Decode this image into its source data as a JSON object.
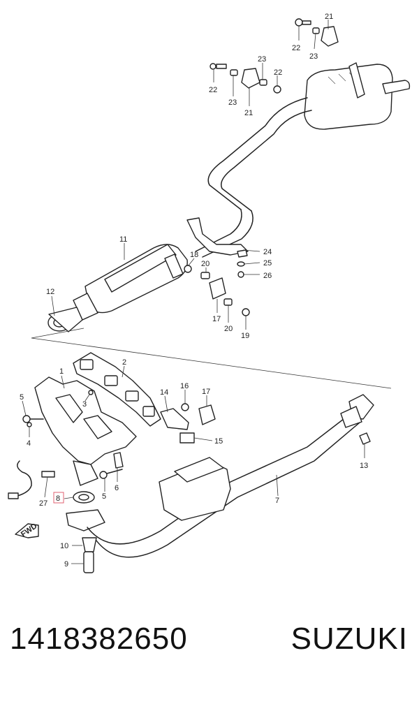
{
  "diagram": {
    "callouts": {
      "c21a": "21",
      "c22a": "22",
      "c23a": "23",
      "c22b": "22",
      "c23b": "23",
      "c23c": "23",
      "c22c": "22",
      "c21b": "21",
      "c11": "11",
      "c12": "12",
      "c18": "18",
      "c20a": "20",
      "c24": "24",
      "c25": "25",
      "c26": "26",
      "c17a": "17",
      "c20b": "20",
      "c19": "19",
      "c1": "1",
      "c2": "2",
      "c3": "3",
      "c5a": "5",
      "c4": "4",
      "c14": "14",
      "c16": "16",
      "c17b": "17",
      "c15": "15",
      "c6": "6",
      "c5b": "5",
      "c27": "27",
      "c8": "8",
      "c7": "7",
      "c13": "13",
      "c10": "10",
      "c9": "9"
    },
    "fwd_label": "FWD"
  },
  "footer": {
    "part_number": "1418382650",
    "brand": "SUZUKI"
  },
  "colors": {
    "highlight": "#e06070",
    "ink": "#222222"
  }
}
